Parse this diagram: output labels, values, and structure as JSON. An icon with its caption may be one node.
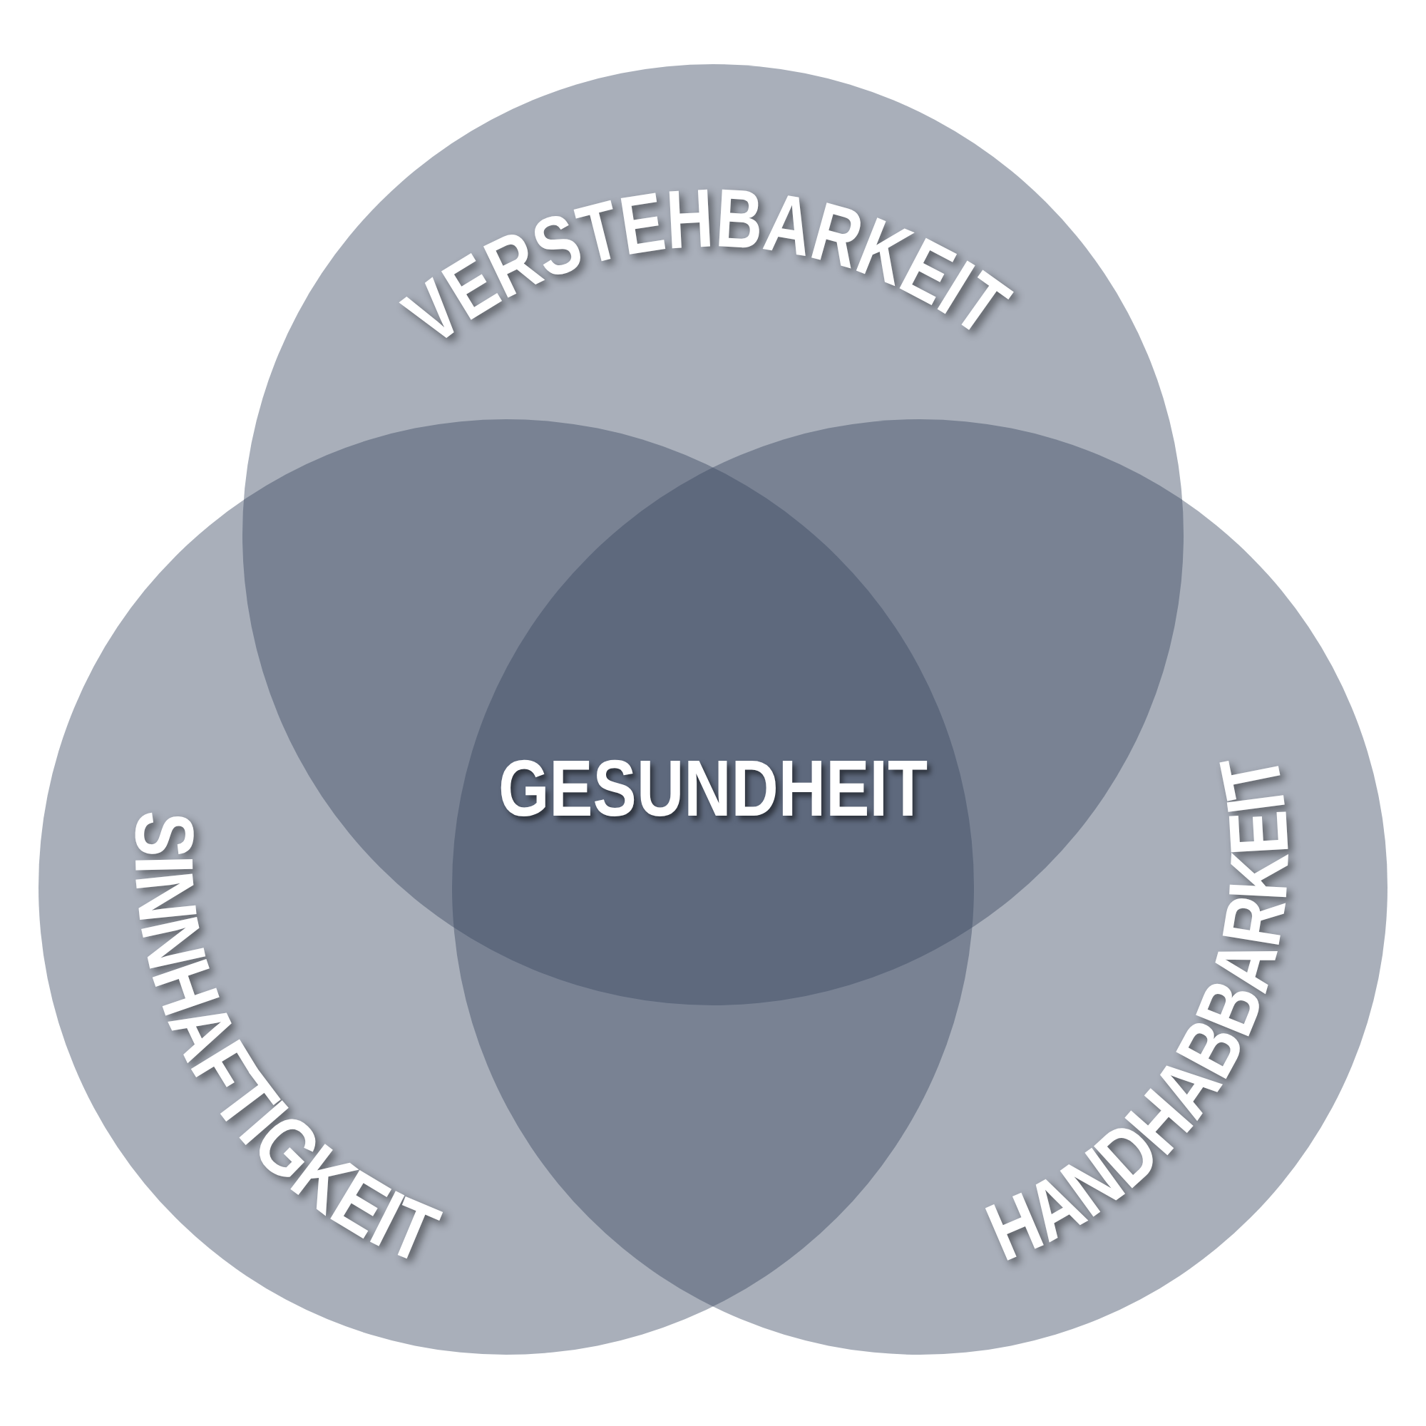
{
  "diagram": {
    "nodes": [
      {
        "text": [
          "VERSTEHBARKEIT"
        ]
      },
      {
        "text": [
          "SINNHAFTIGKEIT"
        ]
      },
      {
        "text": [
          "HANDHABBARKEIT"
        ]
      },
      {
        "text": [
          "GESUNDHEIT"
        ]
      }
    ]
  }
}
